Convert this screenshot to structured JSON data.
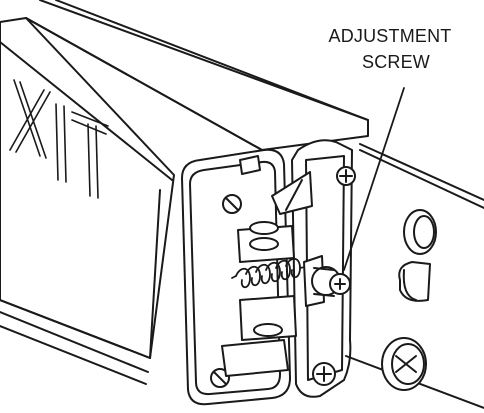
{
  "figure": {
    "housing_text": "XIT",
    "callout": {
      "line1": "ADJUSTMENT",
      "line2": "SCREW"
    }
  },
  "colors": {
    "stroke": "#1a1a1a",
    "fill": "#ffffff",
    "shade": "#e9e9e9"
  }
}
